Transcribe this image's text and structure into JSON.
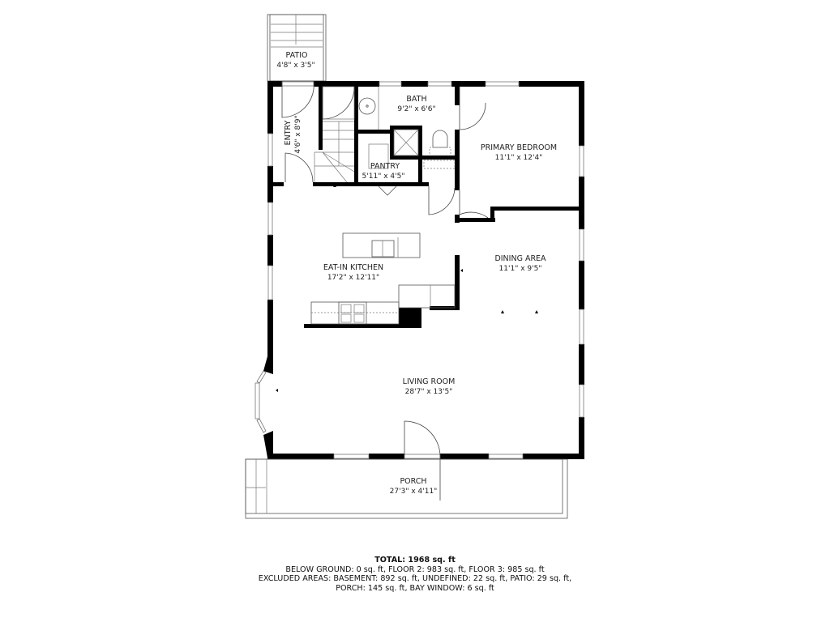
{
  "rooms": {
    "patio": {
      "name": "PATIO",
      "size": "4'8\" x 3'5\""
    },
    "entry": {
      "name": "ENTRY",
      "size": "4'6\" x 8'9\""
    },
    "bath": {
      "name": "BATH",
      "size": "9'2\" x 6'6\""
    },
    "pantry": {
      "name": "PANTRY",
      "size": "5'11\" x 4'5\""
    },
    "primary_bedroom": {
      "name": "PRIMARY BEDROOM",
      "size": "11'1\" x 12'4\""
    },
    "kitchen": {
      "name": "EAT-IN KITCHEN",
      "size": "17'2\" x 12'11\""
    },
    "dining": {
      "name": "DINING AREA",
      "size": "11'1\" x 9'5\""
    },
    "living": {
      "name": "LIVING ROOM",
      "size": "28'7\" x 13'5\""
    },
    "porch": {
      "name": "PORCH",
      "size": "27'3\" x 4'11\""
    }
  },
  "summary": {
    "total": "TOTAL: 1968 sq. ft",
    "line1": "BELOW GROUND: 0 sq. ft, FLOOR 2: 983 sq. ft, FLOOR 3: 985 sq. ft",
    "line2": "EXCLUDED AREAS: BASEMENT: 892 sq. ft, UNDEFINED: 22 sq. ft, PATIO: 29 sq. ft,",
    "line3": "PORCH: 145 sq. ft, BAY WINDOW: 6 sq. ft"
  },
  "colors": {
    "wall": "#000000",
    "background": "#ffffff",
    "fixture": "#777777"
  }
}
